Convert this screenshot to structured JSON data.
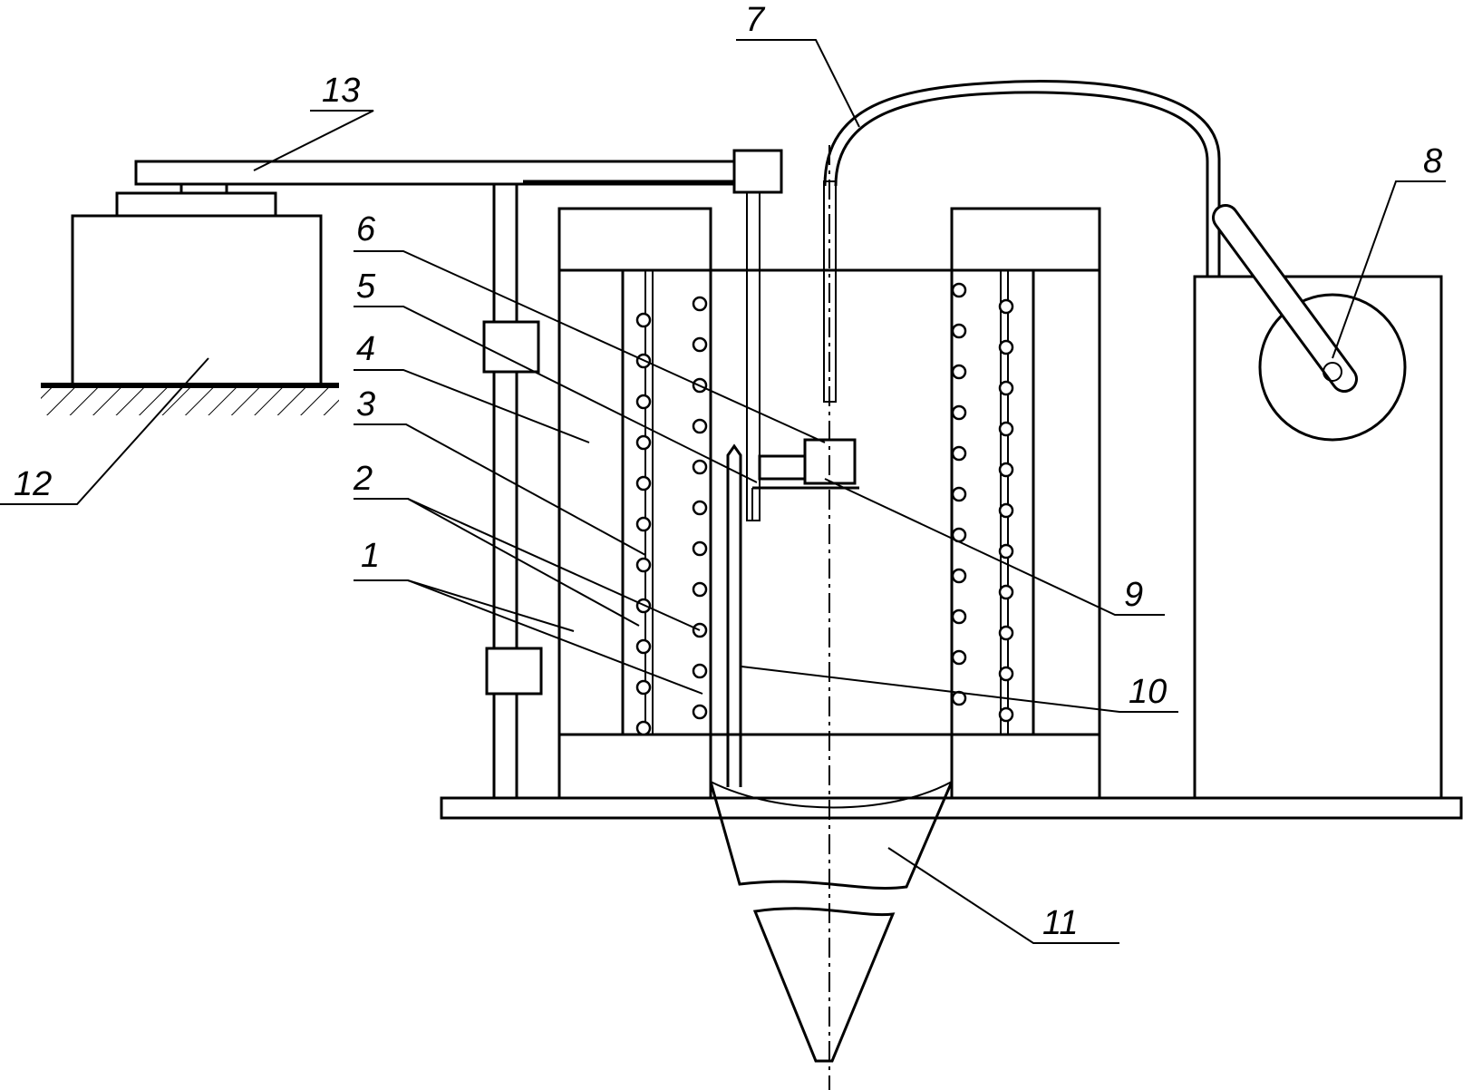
{
  "figure": {
    "labels": {
      "l1": "1",
      "l2": "2",
      "l3": "3",
      "l4": "4",
      "l5": "5",
      "l6": "6",
      "l7": "7",
      "l8": "8",
      "l9": "9",
      "l10": "10",
      "l11": "11",
      "l12": "12",
      "l13": "13"
    }
  },
  "colors": {
    "ink": "#000000",
    "paper": "#ffffff"
  }
}
